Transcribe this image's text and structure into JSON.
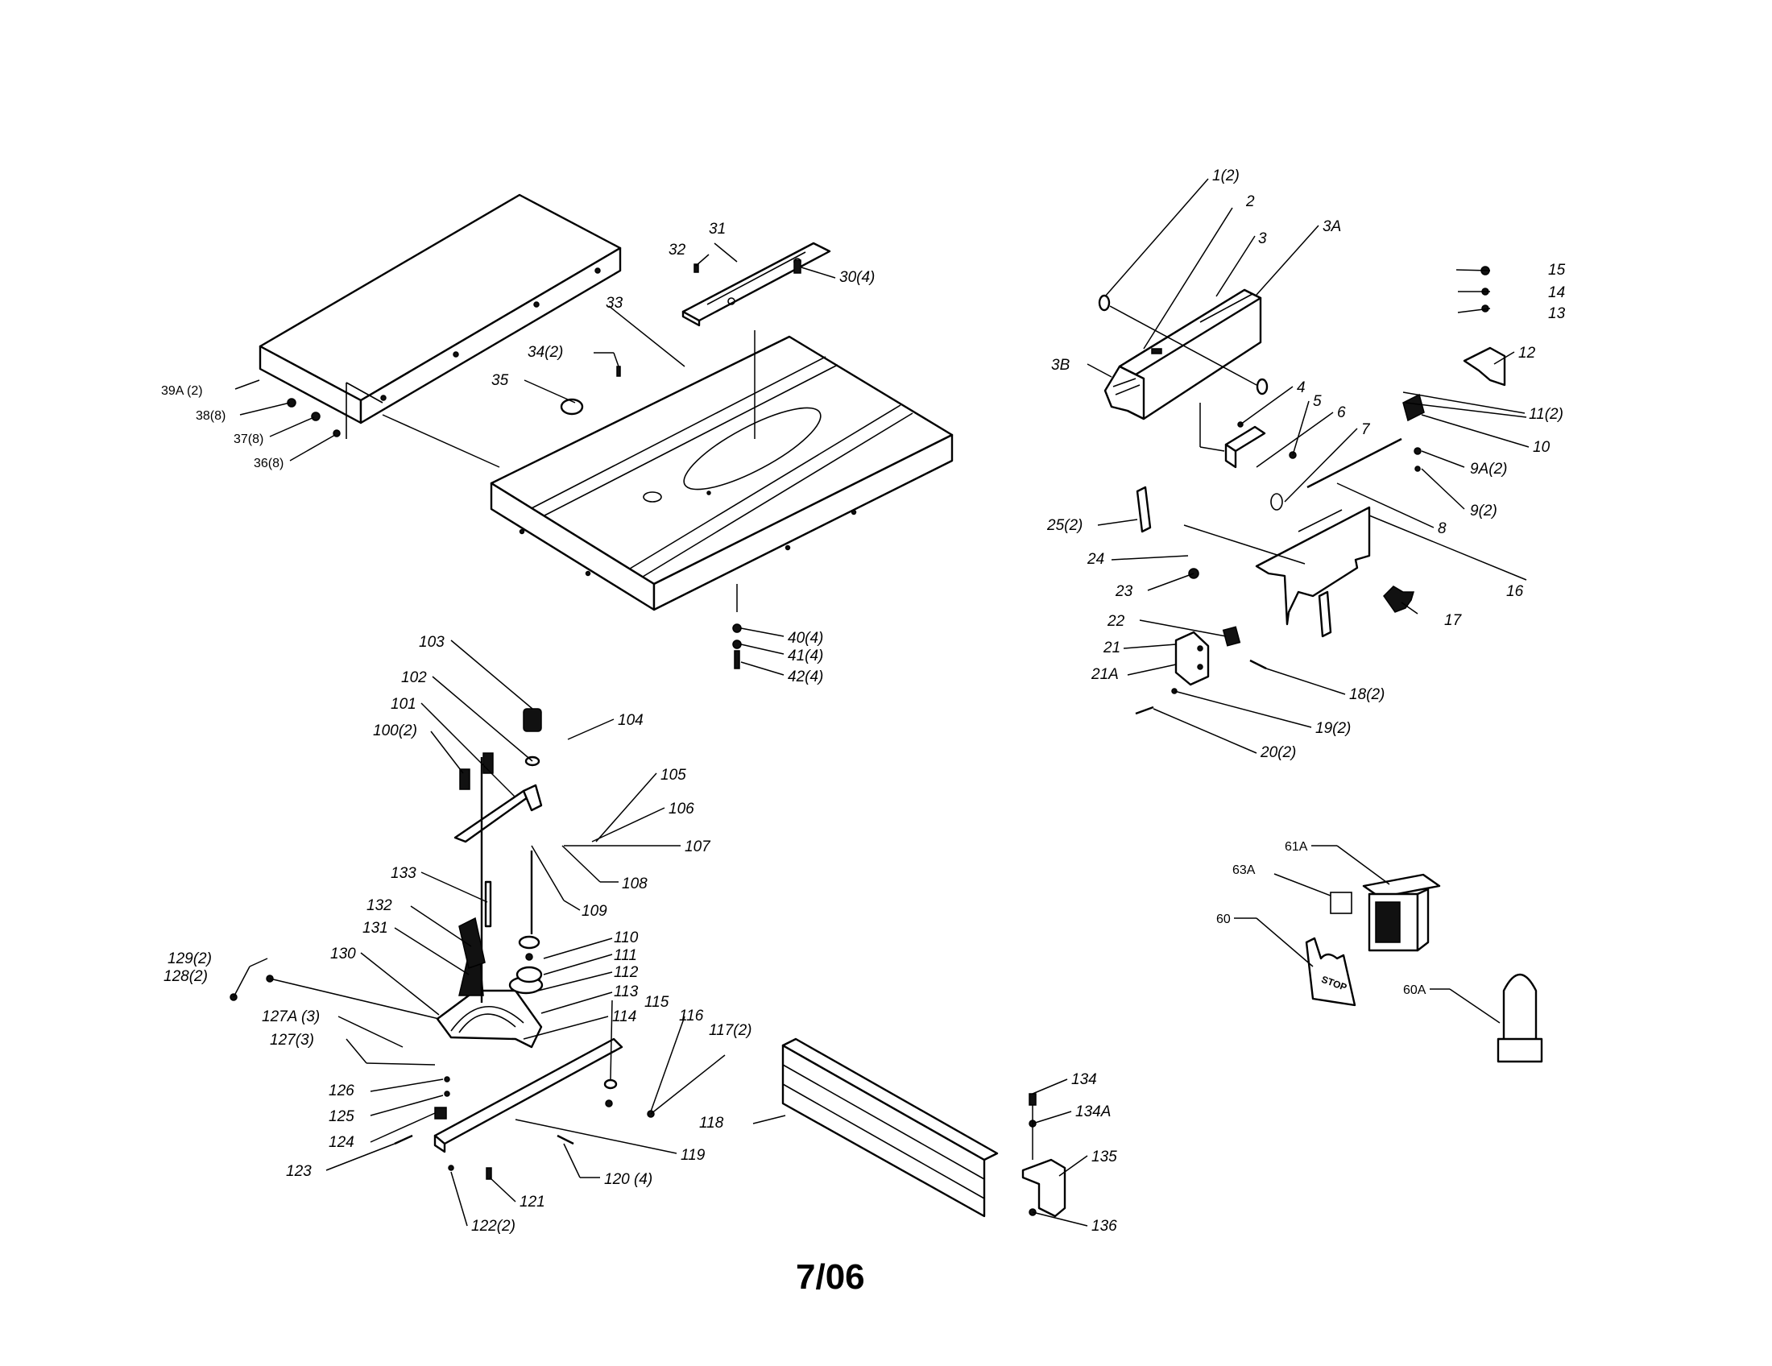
{
  "page_code": "7/06",
  "stop_text": "STOP",
  "labels": {
    "l1_2": "1(2)",
    "l2": "2",
    "l3": "3",
    "l3A": "3A",
    "l3B": "3B",
    "l4": "4",
    "l5": "5",
    "l6": "6",
    "l7": "7",
    "l8": "8",
    "l9_2": "9(2)",
    "l9A_2": "9A(2)",
    "l10": "10",
    "l11_2": "11(2)",
    "l12": "12",
    "l13": "13",
    "l14": "14",
    "l15": "15",
    "l16": "16",
    "l17": "17",
    "l18_2": "18(2)",
    "l19_2": "19(2)",
    "l20_2": "20(2)",
    "l21": "21",
    "l21A": "21A",
    "l22": "22",
    "l23": "23",
    "l24": "24",
    "l25_2": "25(2)",
    "l30_4": "30(4)",
    "l31": "31",
    "l32": "32",
    "l33": "33",
    "l34_2": "34(2)",
    "l35": "35",
    "l36_8": "36(8)",
    "l37_8": "37(8)",
    "l38_8": "38(8)",
    "l39A_2": "39A (2)",
    "l40_4": "40(4)",
    "l41_4": "41(4)",
    "l42_4": "42(4)",
    "l60": "60",
    "l60A": "60A",
    "l61A": "61A",
    "l63A": "63A",
    "l100_2": "100(2)",
    "l101": "101",
    "l102": "102",
    "l103": "103",
    "l104": "104",
    "l105": "105",
    "l106": "106",
    "l107": "107",
    "l108": "108",
    "l109": "109",
    "l110": "110",
    "l111": "111",
    "l112": "112",
    "l113": "113",
    "l114": "114",
    "l115": "115",
    "l116": "116",
    "l117_2": "117(2)",
    "l118": "118",
    "l119": "119",
    "l120_4": "120 (4)",
    "l121": "121",
    "l122_2": "122(2)",
    "l123": "123",
    "l124": "124",
    "l125": "125",
    "l126": "126",
    "l127_3": "127(3)",
    "l127A_3": "127A (3)",
    "l128_2": "128(2)",
    "l129_2": "129(2)",
    "l130": "130",
    "l131": "131",
    "l132": "132",
    "l133": "133",
    "l134": "134",
    "l134A": "134A",
    "l135": "135",
    "l136": "136"
  }
}
